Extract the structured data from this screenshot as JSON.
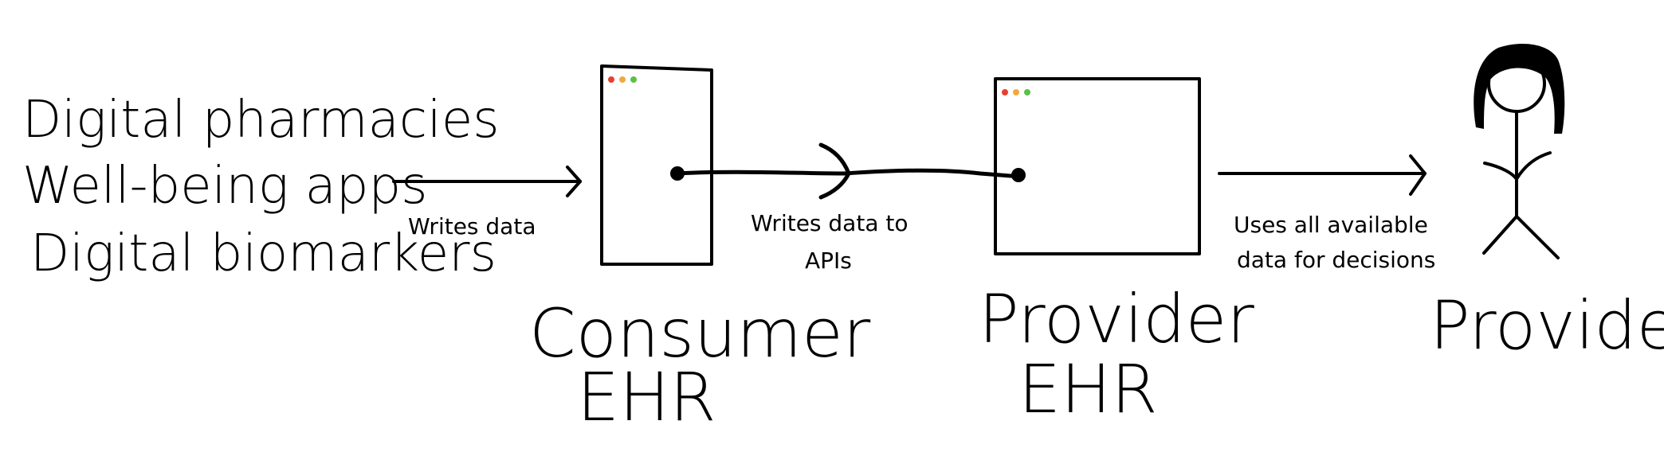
{
  "sources": {
    "items": [
      "Digital pharmacies",
      "Well-being apps",
      "Digital biomarkers"
    ]
  },
  "edges": {
    "sources_to_consumer": "Writes data",
    "consumer_to_provider_line1": "Writes data to",
    "consumer_to_provider_line2": "APIs",
    "provider_ehr_to_provider_line1": "Uses all available",
    "provider_ehr_to_provider_line2": "data for decisions"
  },
  "nodes": {
    "consumer_ehr_line1": "Consumer",
    "consumer_ehr_line2": "EHR",
    "provider_ehr_line1": "Provider",
    "provider_ehr_line2": "EHR",
    "provider_person": "Provider"
  },
  "colors": {
    "window_dot_red": "#e8402f",
    "window_dot_yellow": "#f2a93b",
    "window_dot_green": "#5bbf4a"
  },
  "icons": {
    "consumer_window": "browser-window-icon",
    "provider_window": "browser-window-icon",
    "person": "stick-figure-icon"
  }
}
